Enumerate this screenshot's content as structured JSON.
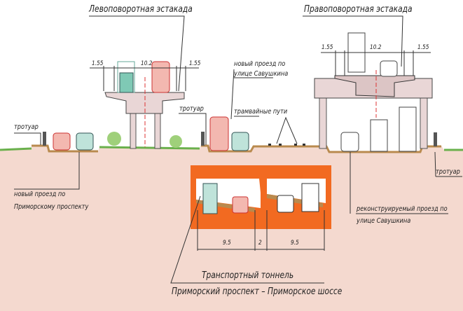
{
  "titles": {
    "left_overpass": "Левоповоротная эстакада",
    "right_overpass": "Правоповоротная эстакада",
    "tunnel": "Транспортный тоннель",
    "tunnel_route": "Приморский проспект – Приморское шоссе"
  },
  "labels": {
    "sidewalk_left": "тротуар",
    "sidewalk_mid": "тротуар",
    "sidewalk_right": "тротуар",
    "new_road_savushkina_1": "новый проезд по",
    "new_road_savushkina_2": "улице Савушкина",
    "tram_tracks": "трамвайные пути",
    "new_road_primorsky_1": "новый проезд по",
    "new_road_primorsky_2": "Приморскому проспекту",
    "reconstructed_road_1": "реконструируемый проезд по",
    "reconstructed_road_2": "улице Савушкина"
  },
  "dimensions": {
    "left_overpass": [
      "1.55",
      "10.2",
      "1.55"
    ],
    "right_overpass": [
      "1.55",
      "10.2",
      "1.55"
    ],
    "tunnel": [
      "9.5",
      "2",
      "9.5"
    ]
  },
  "colors": {
    "ground": "#f4d9cf",
    "soil": "#b98a4e",
    "tunnel": "#f26a21",
    "grass": "#6ab04c",
    "concrete": "#e9d6d6"
  }
}
